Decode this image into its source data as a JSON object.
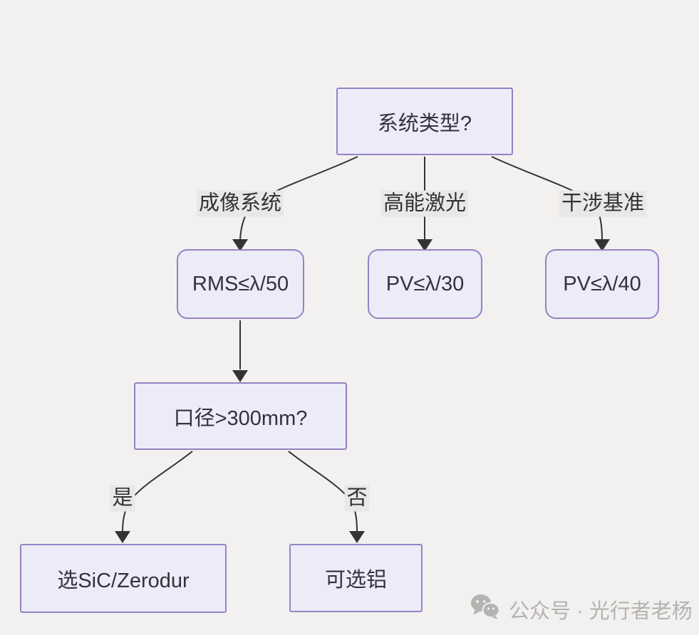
{
  "diagram": {
    "title": "optical tolerance decision flowchart",
    "colors": {
      "background": "#f3f1ef",
      "node_fill": "#ececf9",
      "node_border": "#9482c4",
      "node_text": "#32323c",
      "edge_line": "#333333",
      "edge_label_bg": "#e8e8e8",
      "watermark_gray": "#b5b3b1"
    },
    "nodes": [
      {
        "id": "root",
        "label": "系统类型?",
        "shape": "rect"
      },
      {
        "id": "rms",
        "label": "RMS≤λ/50",
        "shape": "rounded"
      },
      {
        "id": "pv30",
        "label": "PV≤λ/30",
        "shape": "rounded"
      },
      {
        "id": "pv40",
        "label": "PV≤λ/40",
        "shape": "rounded"
      },
      {
        "id": "aperture",
        "label": "口径>300mm?",
        "shape": "rect"
      },
      {
        "id": "sic",
        "label": "选SiC/Zerodur",
        "shape": "rect"
      },
      {
        "id": "alu",
        "label": "可选铝",
        "shape": "rect"
      }
    ],
    "edges": [
      {
        "from": "root",
        "to": "rms",
        "label": "成像系统"
      },
      {
        "from": "root",
        "to": "pv30",
        "label": "高能激光"
      },
      {
        "from": "root",
        "to": "pv40",
        "label": "干涉基准"
      },
      {
        "from": "rms",
        "to": "aperture",
        "label": ""
      },
      {
        "from": "aperture",
        "to": "sic",
        "label": "是"
      },
      {
        "from": "aperture",
        "to": "alu",
        "label": "否"
      }
    ]
  },
  "watermark": {
    "icon": "wechat-icon",
    "text": "公众号 · 光行者老杨"
  }
}
